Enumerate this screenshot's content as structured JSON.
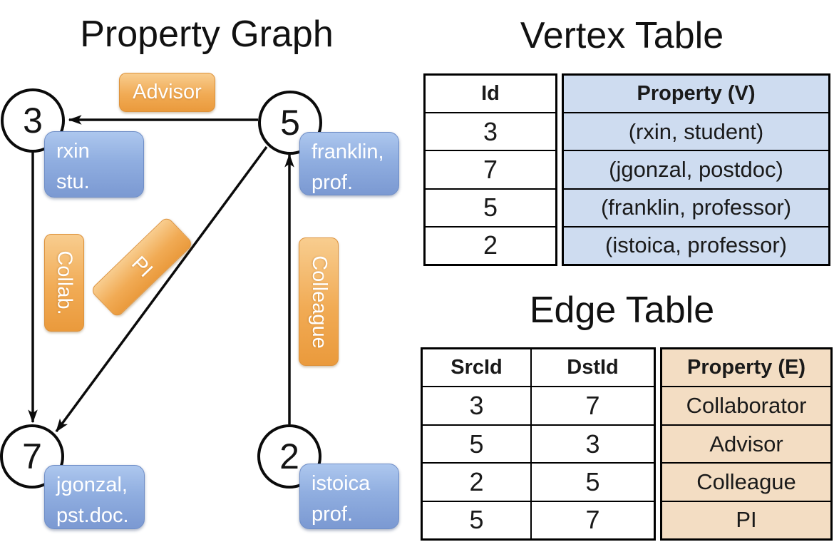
{
  "graph": {
    "title": "Property Graph",
    "nodes": [
      {
        "id": "3",
        "prop_line1": "rxin",
        "prop_line2": "stu."
      },
      {
        "id": "5",
        "prop_line1": "franklin,",
        "prop_line2": "prof."
      },
      {
        "id": "7",
        "prop_line1": "jgonzal,",
        "prop_line2": "pst.doc."
      },
      {
        "id": "2",
        "prop_line1": "istoica",
        "prop_line2": "prof."
      }
    ],
    "edge_labels": {
      "advisor": "Advisor",
      "collab": "Collab.",
      "pi": "PI",
      "colleague": "Colleague"
    }
  },
  "vertex_table": {
    "title": "Vertex Table",
    "id_header": "Id",
    "property_header": "Property (V)",
    "rows": [
      {
        "id": "3",
        "property": "(rxin, student)"
      },
      {
        "id": "7",
        "property": "(jgonzal, postdoc)"
      },
      {
        "id": "5",
        "property": "(franklin, professor)"
      },
      {
        "id": "2",
        "property": "(istoica, professor)"
      }
    ]
  },
  "edge_table": {
    "title": "Edge Table",
    "src_header": "SrcId",
    "dst_header": "DstId",
    "property_header": "Property (E)",
    "rows": [
      {
        "src": "3",
        "dst": "7",
        "property": "Collaborator"
      },
      {
        "src": "5",
        "dst": "3",
        "property": "Advisor"
      },
      {
        "src": "2",
        "dst": "5",
        "property": "Colleague"
      },
      {
        "src": "5",
        "dst": "7",
        "property": "PI"
      }
    ]
  },
  "colors": {
    "edge_label_orange": "#f0a851",
    "vertex_property_blue_bg": "#cedcf0",
    "edge_property_tan_bg": "#f3ddc3",
    "node_property_blue": "#8fade0",
    "edge_stroke": "#0b0b0b"
  }
}
